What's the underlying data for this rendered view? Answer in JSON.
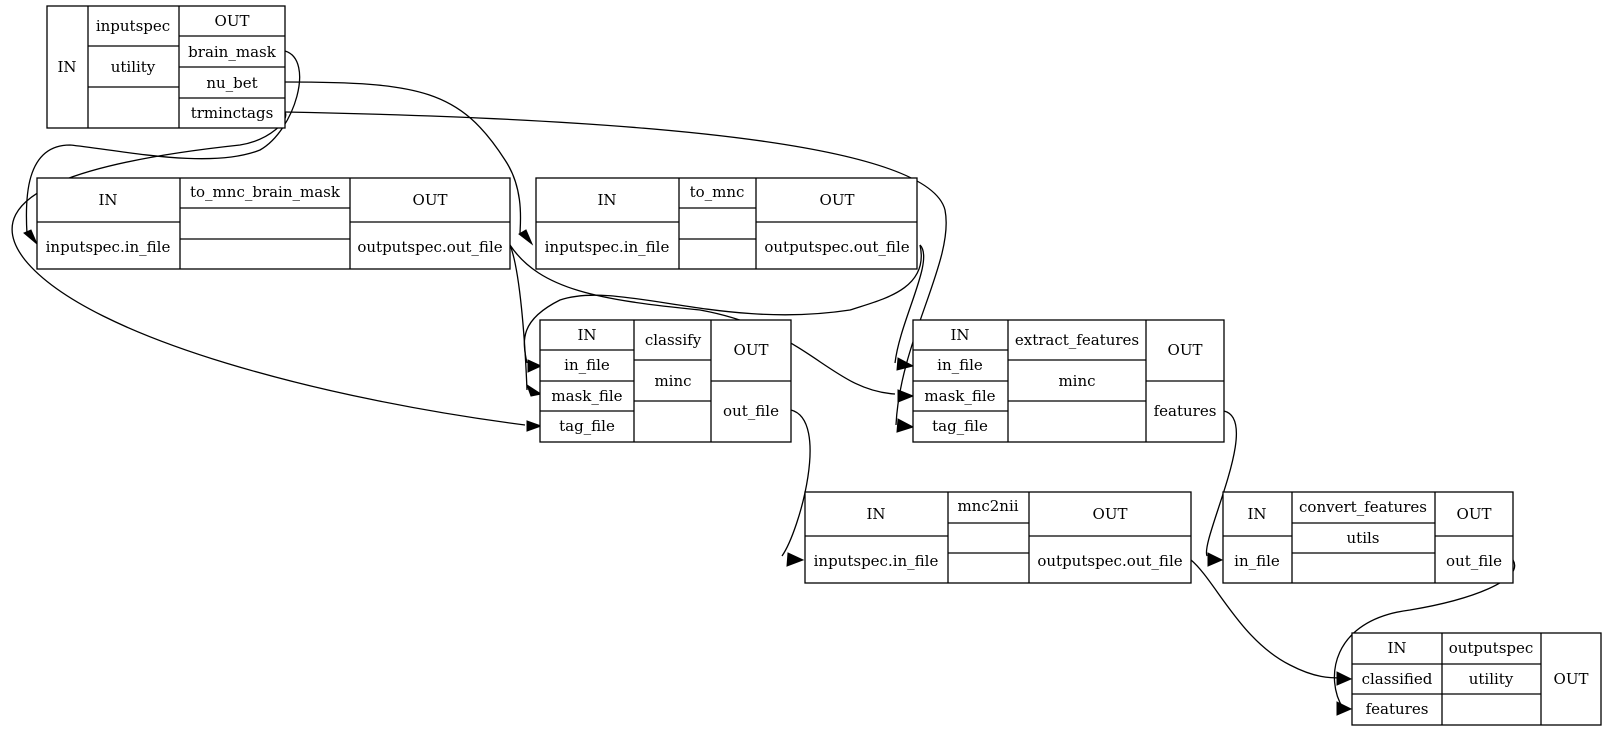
{
  "nodes": {
    "inputspec": {
      "in": "IN",
      "name": "inputspec",
      "type": "utility",
      "out": "OUT",
      "outputs": [
        "brain_mask",
        "nu_bet",
        "trminctags"
      ]
    },
    "to_mnc_brain_mask": {
      "in": "IN",
      "name": "to_mnc_brain_mask",
      "out": "OUT",
      "input": "inputspec.in_file",
      "output": "outputspec.out_file"
    },
    "to_mnc": {
      "in": "IN",
      "name": "to_mnc",
      "out": "OUT",
      "input": "inputspec.in_file",
      "output": "outputspec.out_file"
    },
    "classify": {
      "in": "IN",
      "name": "classify",
      "type": "minc",
      "out": "OUT",
      "inputs": [
        "in_file",
        "mask_file",
        "tag_file"
      ],
      "output": "out_file"
    },
    "extract_features": {
      "in": "IN",
      "name": "extract_features",
      "type": "minc",
      "out": "OUT",
      "inputs": [
        "in_file",
        "mask_file",
        "tag_file"
      ],
      "output": "features"
    },
    "mnc2nii": {
      "in": "IN",
      "name": "mnc2nii",
      "out": "OUT",
      "input": "inputspec.in_file",
      "output": "outputspec.out_file"
    },
    "convert_features": {
      "in": "IN",
      "name": "convert_features",
      "type": "utils",
      "out": "OUT",
      "input": "in_file",
      "output": "out_file"
    },
    "outputspec": {
      "in": "IN",
      "name": "outputspec",
      "type": "utility",
      "out": "OUT",
      "inputs": [
        "classified",
        "features"
      ]
    }
  },
  "edges": [
    {
      "from": "inputspec.brain_mask",
      "to": "to_mnc_brain_mask.inputspec.in_file"
    },
    {
      "from": "inputspec.nu_bet",
      "to": "to_mnc.inputspec.in_file"
    },
    {
      "from": "inputspec.trminctags",
      "to": "classify.tag_file"
    },
    {
      "from": "inputspec.trminctags",
      "to": "extract_features.tag_file"
    },
    {
      "from": "to_mnc_brain_mask.outputspec.out_file",
      "to": "classify.mask_file"
    },
    {
      "from": "to_mnc_brain_mask.outputspec.out_file",
      "to": "extract_features.mask_file"
    },
    {
      "from": "to_mnc.outputspec.out_file",
      "to": "classify.in_file"
    },
    {
      "from": "to_mnc.outputspec.out_file",
      "to": "extract_features.in_file"
    },
    {
      "from": "classify.out_file",
      "to": "mnc2nii.inputspec.in_file"
    },
    {
      "from": "extract_features.features",
      "to": "convert_features.in_file"
    },
    {
      "from": "mnc2nii.outputspec.out_file",
      "to": "outputspec.classified"
    },
    {
      "from": "convert_features.out_file",
      "to": "outputspec.features"
    }
  ]
}
